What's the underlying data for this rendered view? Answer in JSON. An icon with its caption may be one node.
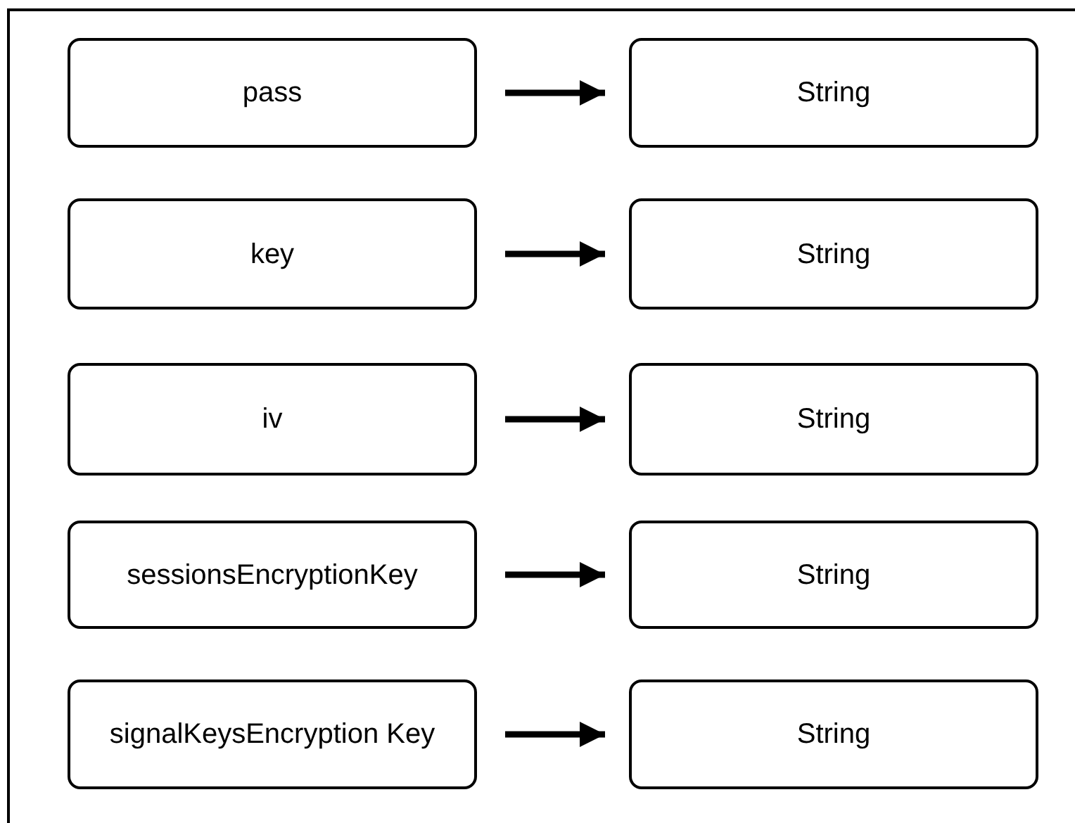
{
  "diagram": {
    "nodes": [
      {
        "text": [
          "pass"
        ]
      },
      {
        "text": [
          "String"
        ]
      },
      {
        "text": [
          "key"
        ]
      },
      {
        "text": [
          "String"
        ]
      },
      {
        "text": [
          "iv"
        ]
      },
      {
        "text": [
          "String"
        ]
      },
      {
        "text": [
          "sessionsEncryptionKey"
        ]
      },
      {
        "text": [
          "String"
        ]
      },
      {
        "text": [
          "signalKeysEncryption Key"
        ]
      },
      {
        "text": [
          "String"
        ]
      }
    ],
    "edges": [
      {
        "from": 0,
        "to": 1,
        "arrow": "to"
      },
      {
        "from": 2,
        "to": 3,
        "arrow": "to"
      },
      {
        "from": 4,
        "to": 5,
        "arrow": "to"
      },
      {
        "from": 6,
        "to": 7,
        "arrow": "to"
      },
      {
        "from": 8,
        "to": 9,
        "arrow": "to"
      }
    ]
  }
}
